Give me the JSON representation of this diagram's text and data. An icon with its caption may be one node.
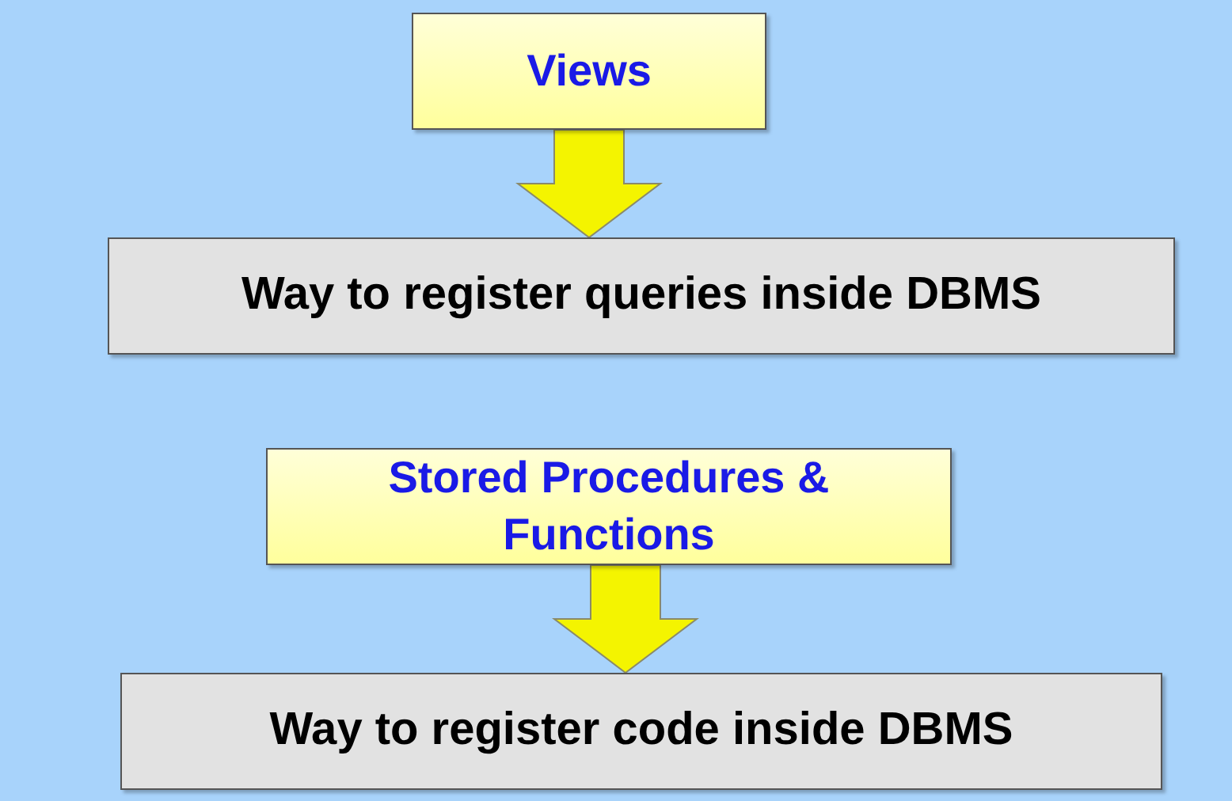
{
  "diagram": {
    "nodes": [
      {
        "text": [
          "Views"
        ]
      },
      {
        "text": [
          "Way to register queries inside DBMS"
        ]
      },
      {
        "text": [
          "Stored Procedures & Functions"
        ]
      },
      {
        "text": [
          "Way to register code inside DBMS"
        ]
      }
    ],
    "edges": [
      {
        "from": 0,
        "to": 1,
        "arrow": "to"
      },
      {
        "from": 2,
        "to": 3,
        "arrow": "to"
      }
    ]
  }
}
